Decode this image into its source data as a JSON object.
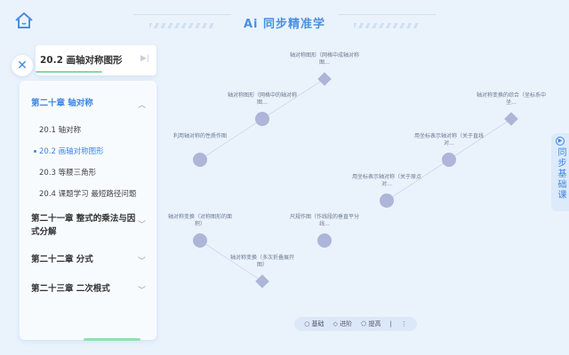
{
  "header": {
    "title": "Ai 同步精准学"
  },
  "lesson": {
    "title": "20.2 画轴对称图形",
    "progress_percent": 55
  },
  "chapters": [
    {
      "label": "第二十章 轴对称",
      "expanded": true,
      "sections": [
        "20.1 轴对称",
        "20.2 画轴对称图形",
        "20.3 等腰三角形",
        "20.4 课题学习 最短路径问题"
      ]
    },
    {
      "label": "第二十一章 整式的乘法与因式分解"
    },
    {
      "label": "第二十二章 分式"
    },
    {
      "label": "第二十三章 二次根式"
    }
  ],
  "nodes": [
    {
      "label": "利用轴对称的性质作图",
      "shape": "circle"
    },
    {
      "label": "轴对称图形（网格中的轴对称图...",
      "shape": "circle"
    },
    {
      "label": "轴对称图形（网格中成轴对称图...",
      "shape": "diamond"
    },
    {
      "label": "用坐标表示轴对称（关于原点对...",
      "shape": "circle"
    },
    {
      "label": "用坐标表示轴对称（关于直线对...",
      "shape": "circle"
    },
    {
      "label": "轴对称变换的综合（坐标系中坐...",
      "shape": "diamond"
    },
    {
      "label": "轴对称变换（对称图形的面积）",
      "shape": "circle"
    },
    {
      "label": "轴对称变换（多次折叠展开图）",
      "shape": "diamond"
    },
    {
      "label": "尺规作图（作线段的垂直平分线...",
      "shape": "circle"
    }
  ],
  "legend": {
    "basic": "基础",
    "advanced": "进阶",
    "improve": "提高"
  },
  "side_tab": {
    "label": "同步基础课"
  },
  "colors": {
    "accent": "#3e86e0",
    "node": "#adb5d8"
  }
}
